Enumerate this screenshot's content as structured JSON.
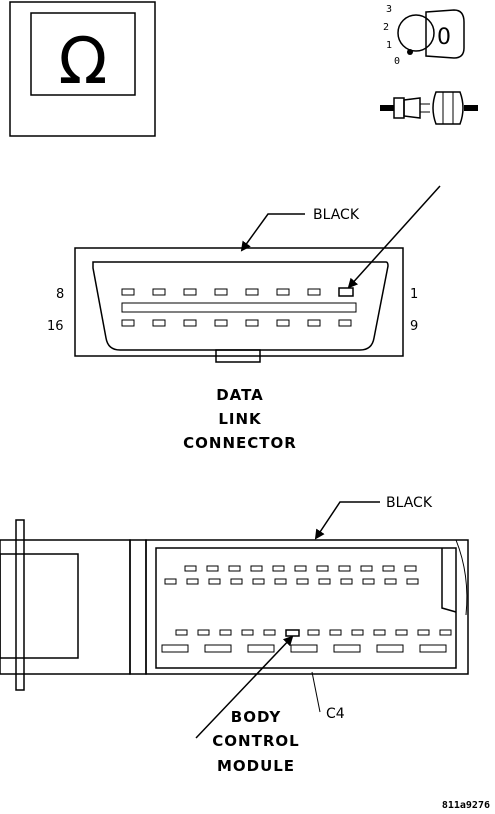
{
  "ohm_symbol": "Ω",
  "ignition": {
    "positions": [
      "3",
      "2",
      "1",
      "0"
    ],
    "key_label": "0"
  },
  "dlc": {
    "color_label": "BLACK",
    "pin_left_top": "8",
    "pin_left_bottom": "16",
    "pin_right_top": "1",
    "pin_right_bottom": "9",
    "title_lines": [
      "DATA",
      "LINK",
      "CONNECTOR"
    ]
  },
  "bcm": {
    "color_label": "BLACK",
    "connector_label": "C4",
    "title_lines": [
      "BODY",
      "CONTROL",
      "MODULE"
    ]
  },
  "figure_id": "811a9276"
}
